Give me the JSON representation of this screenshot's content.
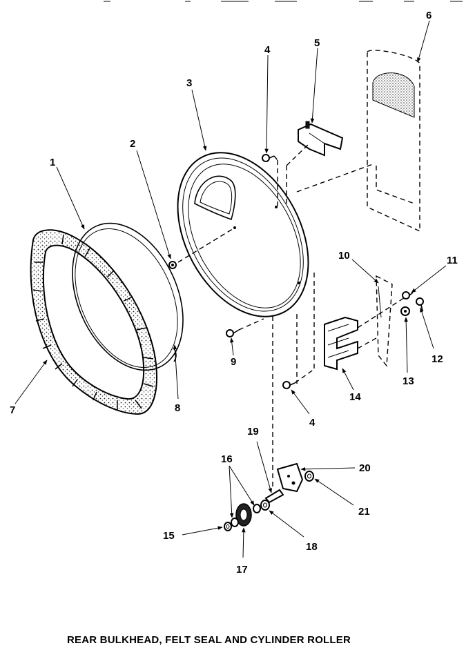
{
  "caption": "REAR BULKHEAD, FELT SEAL AND CYLINDER ROLLER",
  "callouts": {
    "c1": "1",
    "c2": "2",
    "c3": "3",
    "c4a": "4",
    "c4b": "4",
    "c5": "5",
    "c6": "6",
    "c7": "7",
    "c8": "8",
    "c9": "9",
    "c10": "10",
    "c11": "11",
    "c12": "12",
    "c13": "13",
    "c14": "14",
    "c15": "15",
    "c16": "16",
    "c17": "17",
    "c18": "18",
    "c19": "19",
    "c20": "20",
    "c21": "21"
  }
}
